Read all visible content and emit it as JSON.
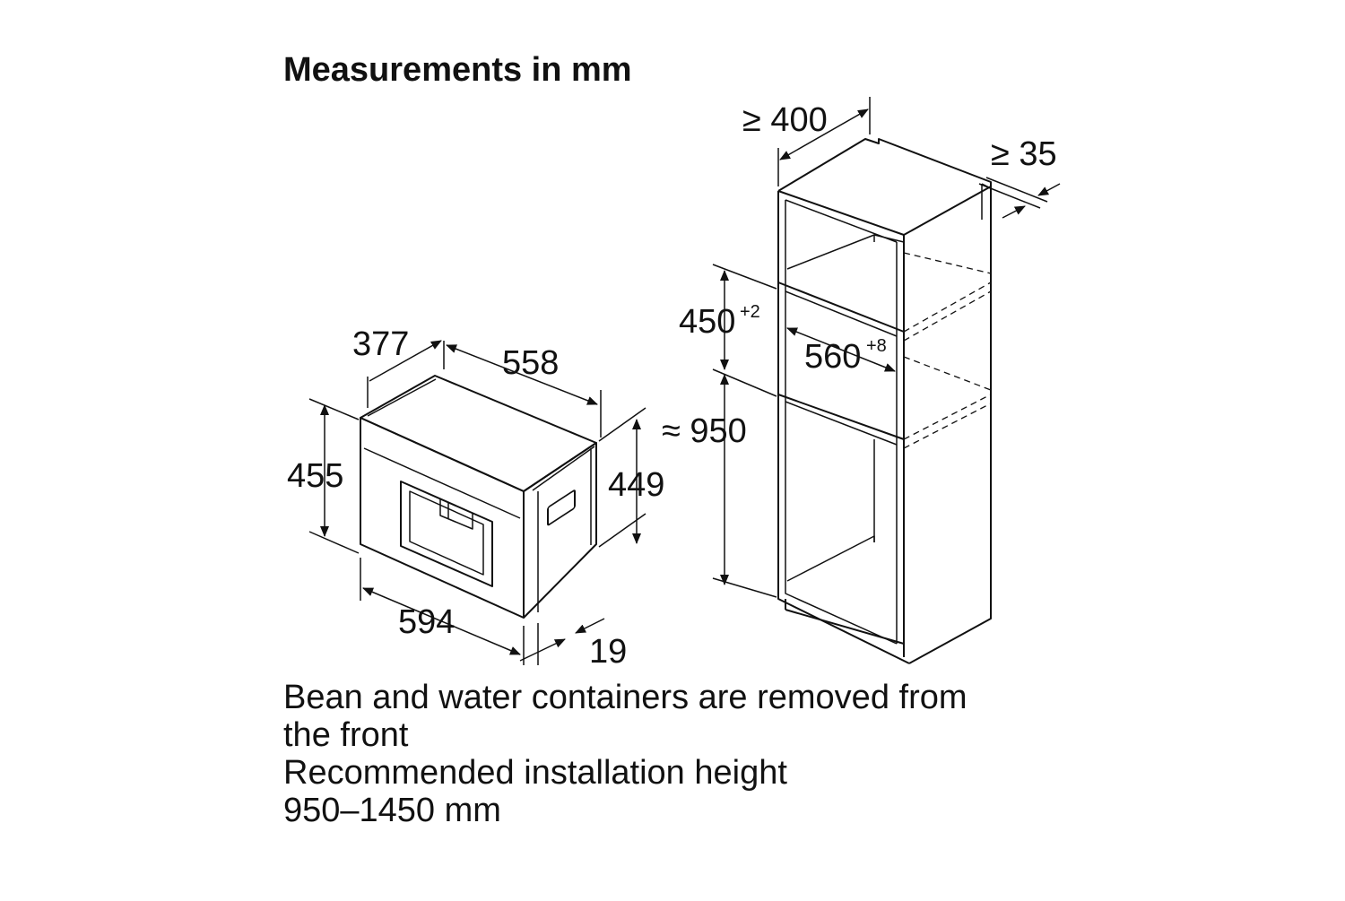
{
  "heading": "Measurements in mm",
  "notes": [
    "Bean and water containers are removed from",
    "the front",
    "Recommended installation height",
    "950–1450 mm"
  ],
  "appliance_dimensions": {
    "depth": "377",
    "width_top": "558",
    "height_front": "455",
    "height_side": "449",
    "width_front": "594",
    "frame_depth": "19"
  },
  "cabinet_dimensions": {
    "min_depth": "≥ 400",
    "min_clearance": "≥ 35",
    "niche_height": "450",
    "niche_height_tolerance": "+2",
    "niche_width": "560",
    "niche_width_tolerance": "+8",
    "install_height": "≈ 950"
  },
  "colors": {
    "line": "#111111",
    "background": "#ffffff"
  }
}
